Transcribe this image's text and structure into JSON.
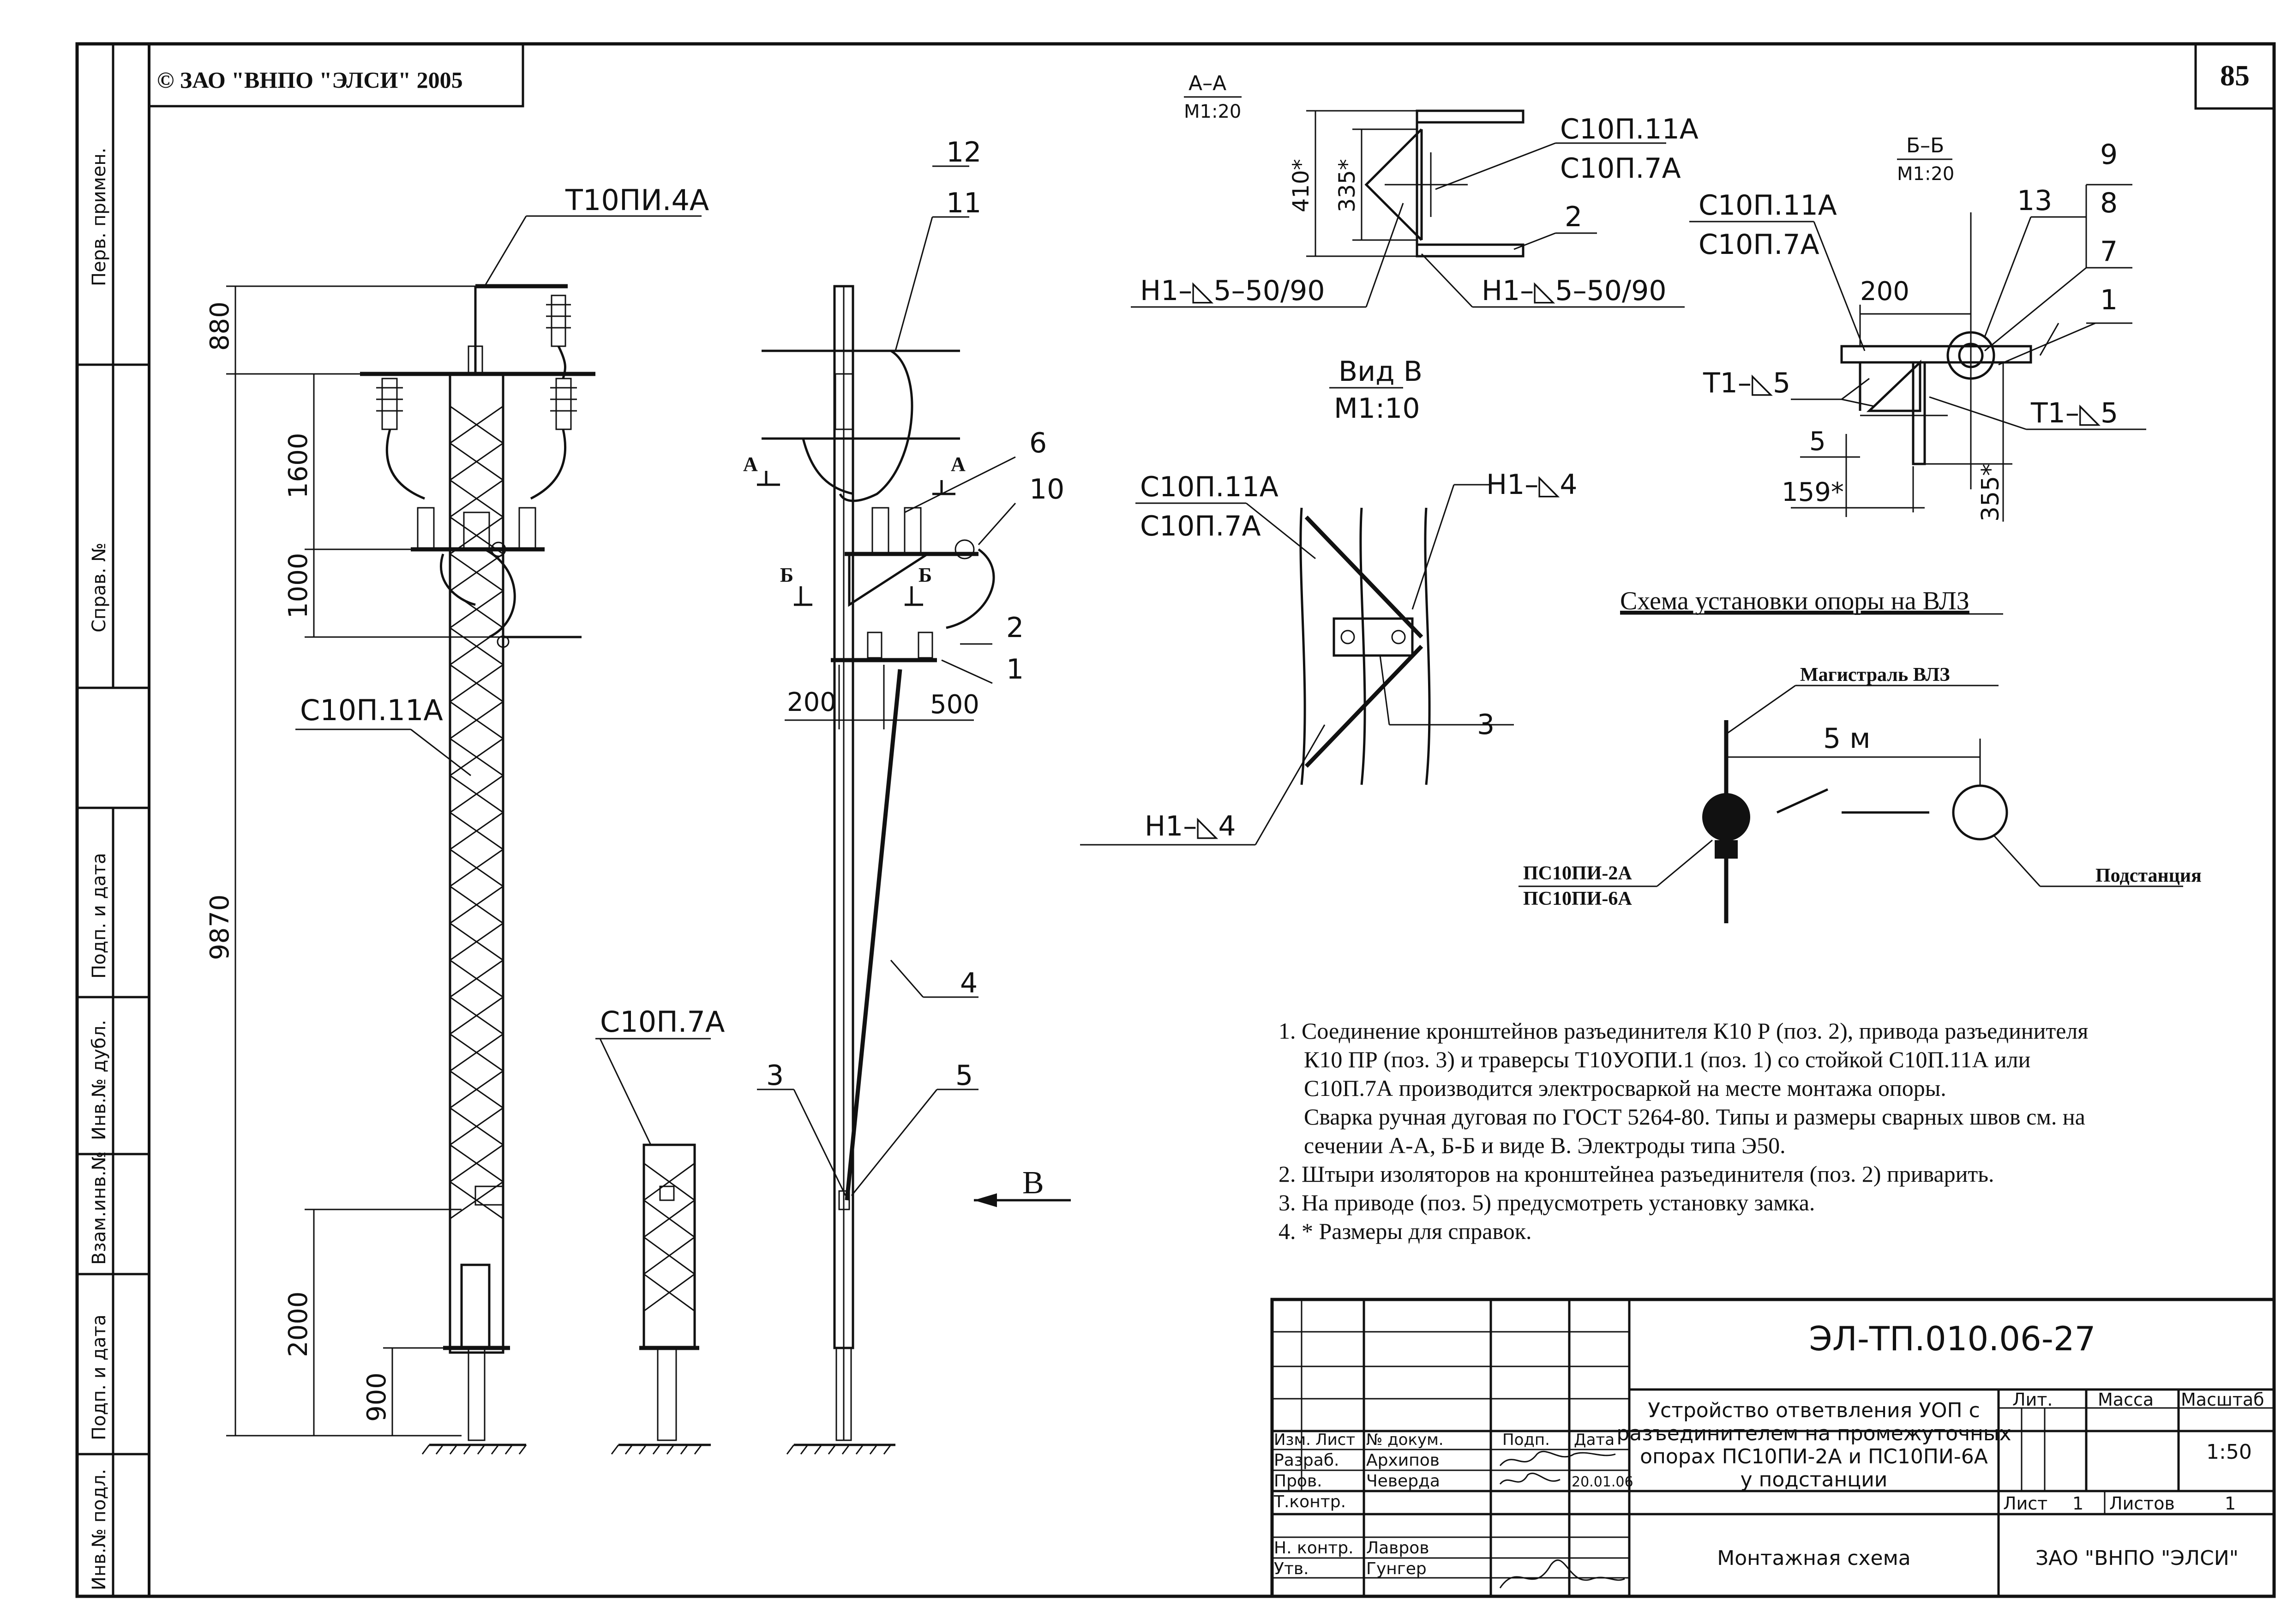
{
  "copyright": "© ЗАО \"ВНПО \"ЭЛСИ\" 2005",
  "page_number": "85",
  "left_margin": [
    "Перв. примен.",
    "Справ. №",
    "Подп. и дата",
    "Инв.№ дубл.",
    "Взам.инв.№",
    "Подп. и дата",
    "Инв.№ подл."
  ],
  "main_view": {
    "crossarm_label": "Т10ПИ.4А",
    "post_label": "С10П.11А",
    "dims": [
      "880",
      "1600",
      "1000",
      "9870",
      "2000",
      "900"
    ]
  },
  "side_view": {
    "labels": [
      "12",
      "11",
      "6",
      "10",
      "2",
      "1",
      "4",
      "3",
      "5"
    ],
    "section_marks": [
      "А",
      "А",
      "Б",
      "Б"
    ],
    "dims": [
      "200",
      "500"
    ],
    "view_arrow": "В"
  },
  "small_post_label": "С10П.7А",
  "section_aa": {
    "title": "А–А",
    "scale": "М1:20",
    "labels": [
      "С10П.11А",
      "С10П.7А",
      "2"
    ],
    "welds": [
      "Н1–◺5–50/90",
      "Н1–◺5–50/90"
    ],
    "dims": [
      "410*",
      "335*"
    ]
  },
  "view_v": {
    "title": "Вид В",
    "scale": "М1:10",
    "labels": [
      "С10П.11А",
      "С10П.7А",
      "3"
    ],
    "welds": [
      "Н1–◺4",
      "Н1–◺4"
    ]
  },
  "section_bb": {
    "title": "Б–Б",
    "scale": "М1:20",
    "labels": [
      "С10П.11А",
      "С10П.7А",
      "13",
      "9",
      "8",
      "7",
      "1"
    ],
    "welds": [
      "Т1–◺5",
      "Т1–◺5"
    ],
    "dims": [
      "200",
      "5",
      "159*",
      "355*"
    ]
  },
  "scheme": {
    "title": "Схема установки опоры на ВЛЗ",
    "main_line": "Магистраль ВЛЗ",
    "distance": "5 м",
    "pole_types": [
      "ПС10ПИ-2А",
      "ПС10ПИ-6А"
    ],
    "substation": "Подстанция"
  },
  "notes": [
    "1. Соединение кронштейнов разъединителя К10 Р (поз. 2), привода разъединителя",
    "К10 ПР (поз. 3) и траверсы Т10УОПИ.1 (поз. 1) со стойкой С10П.11А или",
    "С10П.7А производится электросваркой на месте монтажа опоры.",
    "Сварка ручная дуговая по ГОСТ 5264-80. Типы и размеры сварных швов см. на",
    "сечении А-А,  Б-Б и виде В. Электроды типа Э50.",
    "2. Штыри изоляторов на  кронштейнеа разъединителя (поз. 2) приварить.",
    "3. На приводе (поз. 5) предусмотреть установку замка.",
    "4. * Размеры для справок."
  ],
  "title_block": {
    "code": "ЭЛ-ТП.010.06-27",
    "title_lines": [
      "Устройство ответвления УОП с",
      "разъединителем на промежуточных",
      "опорах ПС10ПИ-2А и ПС10ПИ-6А",
      "у подстанции"
    ],
    "doc_type": "Монтажная схема",
    "org": "ЗАО \"ВНПО \"ЭЛСИ\"",
    "col_headers": [
      "Изм.",
      "Лист",
      "№ докум.",
      "Подп.",
      "Дата"
    ],
    "rows": [
      {
        "role": "Разраб.",
        "name": "Архипов",
        "date": ""
      },
      {
        "role": "Пров.",
        "name": "Чеверда",
        "date": "20.01.06"
      },
      {
        "role": "Т.контр.",
        "name": "",
        "date": ""
      },
      {
        "role": "Н. контр.",
        "name": "Лавров",
        "date": ""
      },
      {
        "role": "Утв.",
        "name": "Гунгер",
        "date": ""
      }
    ],
    "lit_header": "Лит.",
    "mass_header": "Масса",
    "scale_header": "Масштаб",
    "scale_value": "1:50",
    "sheet_label": "Лист",
    "sheet_value": "1",
    "sheets_label": "Листов",
    "sheets_value": "1"
  }
}
